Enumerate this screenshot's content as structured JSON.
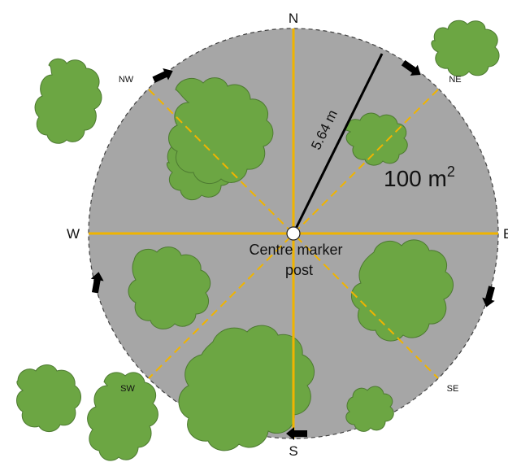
{
  "diagram": {
    "compass": {
      "north": "N",
      "south": "S",
      "west": "W",
      "east": "E",
      "northwest": "NW",
      "northeast": "NE",
      "southwest": "SW",
      "southeast": "SE"
    },
    "radius_label": "5.64 m",
    "area_value": "100 m",
    "area_superscript": "2",
    "centre_label_line1": "Centre marker",
    "centre_label_line2": "post",
    "colors": {
      "plot_fill": "#a6a6a6",
      "plot_border": "#404040",
      "axis_lines": "#f0b400",
      "tree_fill": "#6ca643",
      "radius_line": "#000000"
    },
    "icons": [
      "arrow-icon",
      "tree-icon",
      "centre-post-icon"
    ]
  }
}
